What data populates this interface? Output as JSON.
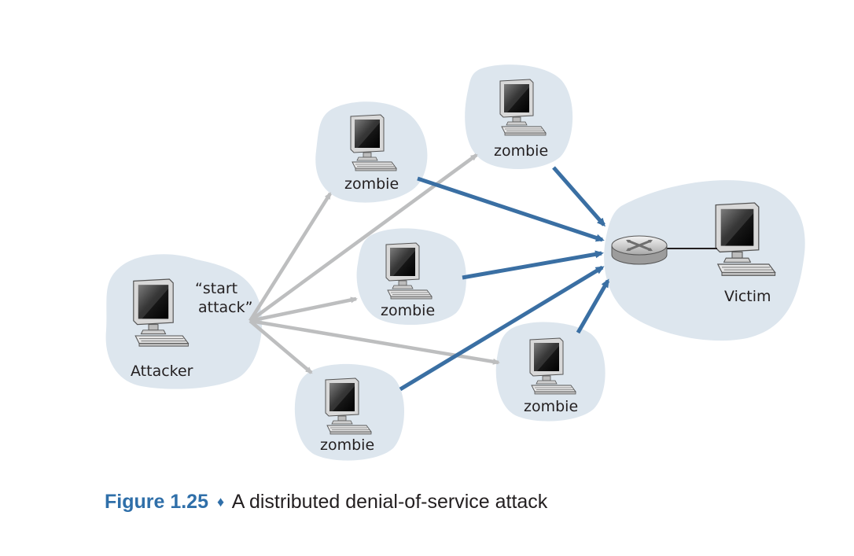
{
  "nodes": {
    "attacker": "Attacker",
    "start_attack_line1": "“start",
    "start_attack_line2": "attack”",
    "zombie_label": "zombie",
    "victim": "Victim"
  },
  "caption": {
    "figure_label": "Figure 1.25",
    "separator": "♦",
    "text": "A distributed denial-of-service attack"
  },
  "colors": {
    "cloud": "#dde6ee",
    "command_arrow": "#bdbebf",
    "attack_arrow": "#3a6fa3",
    "caption_accent": "#2f6fa9"
  }
}
